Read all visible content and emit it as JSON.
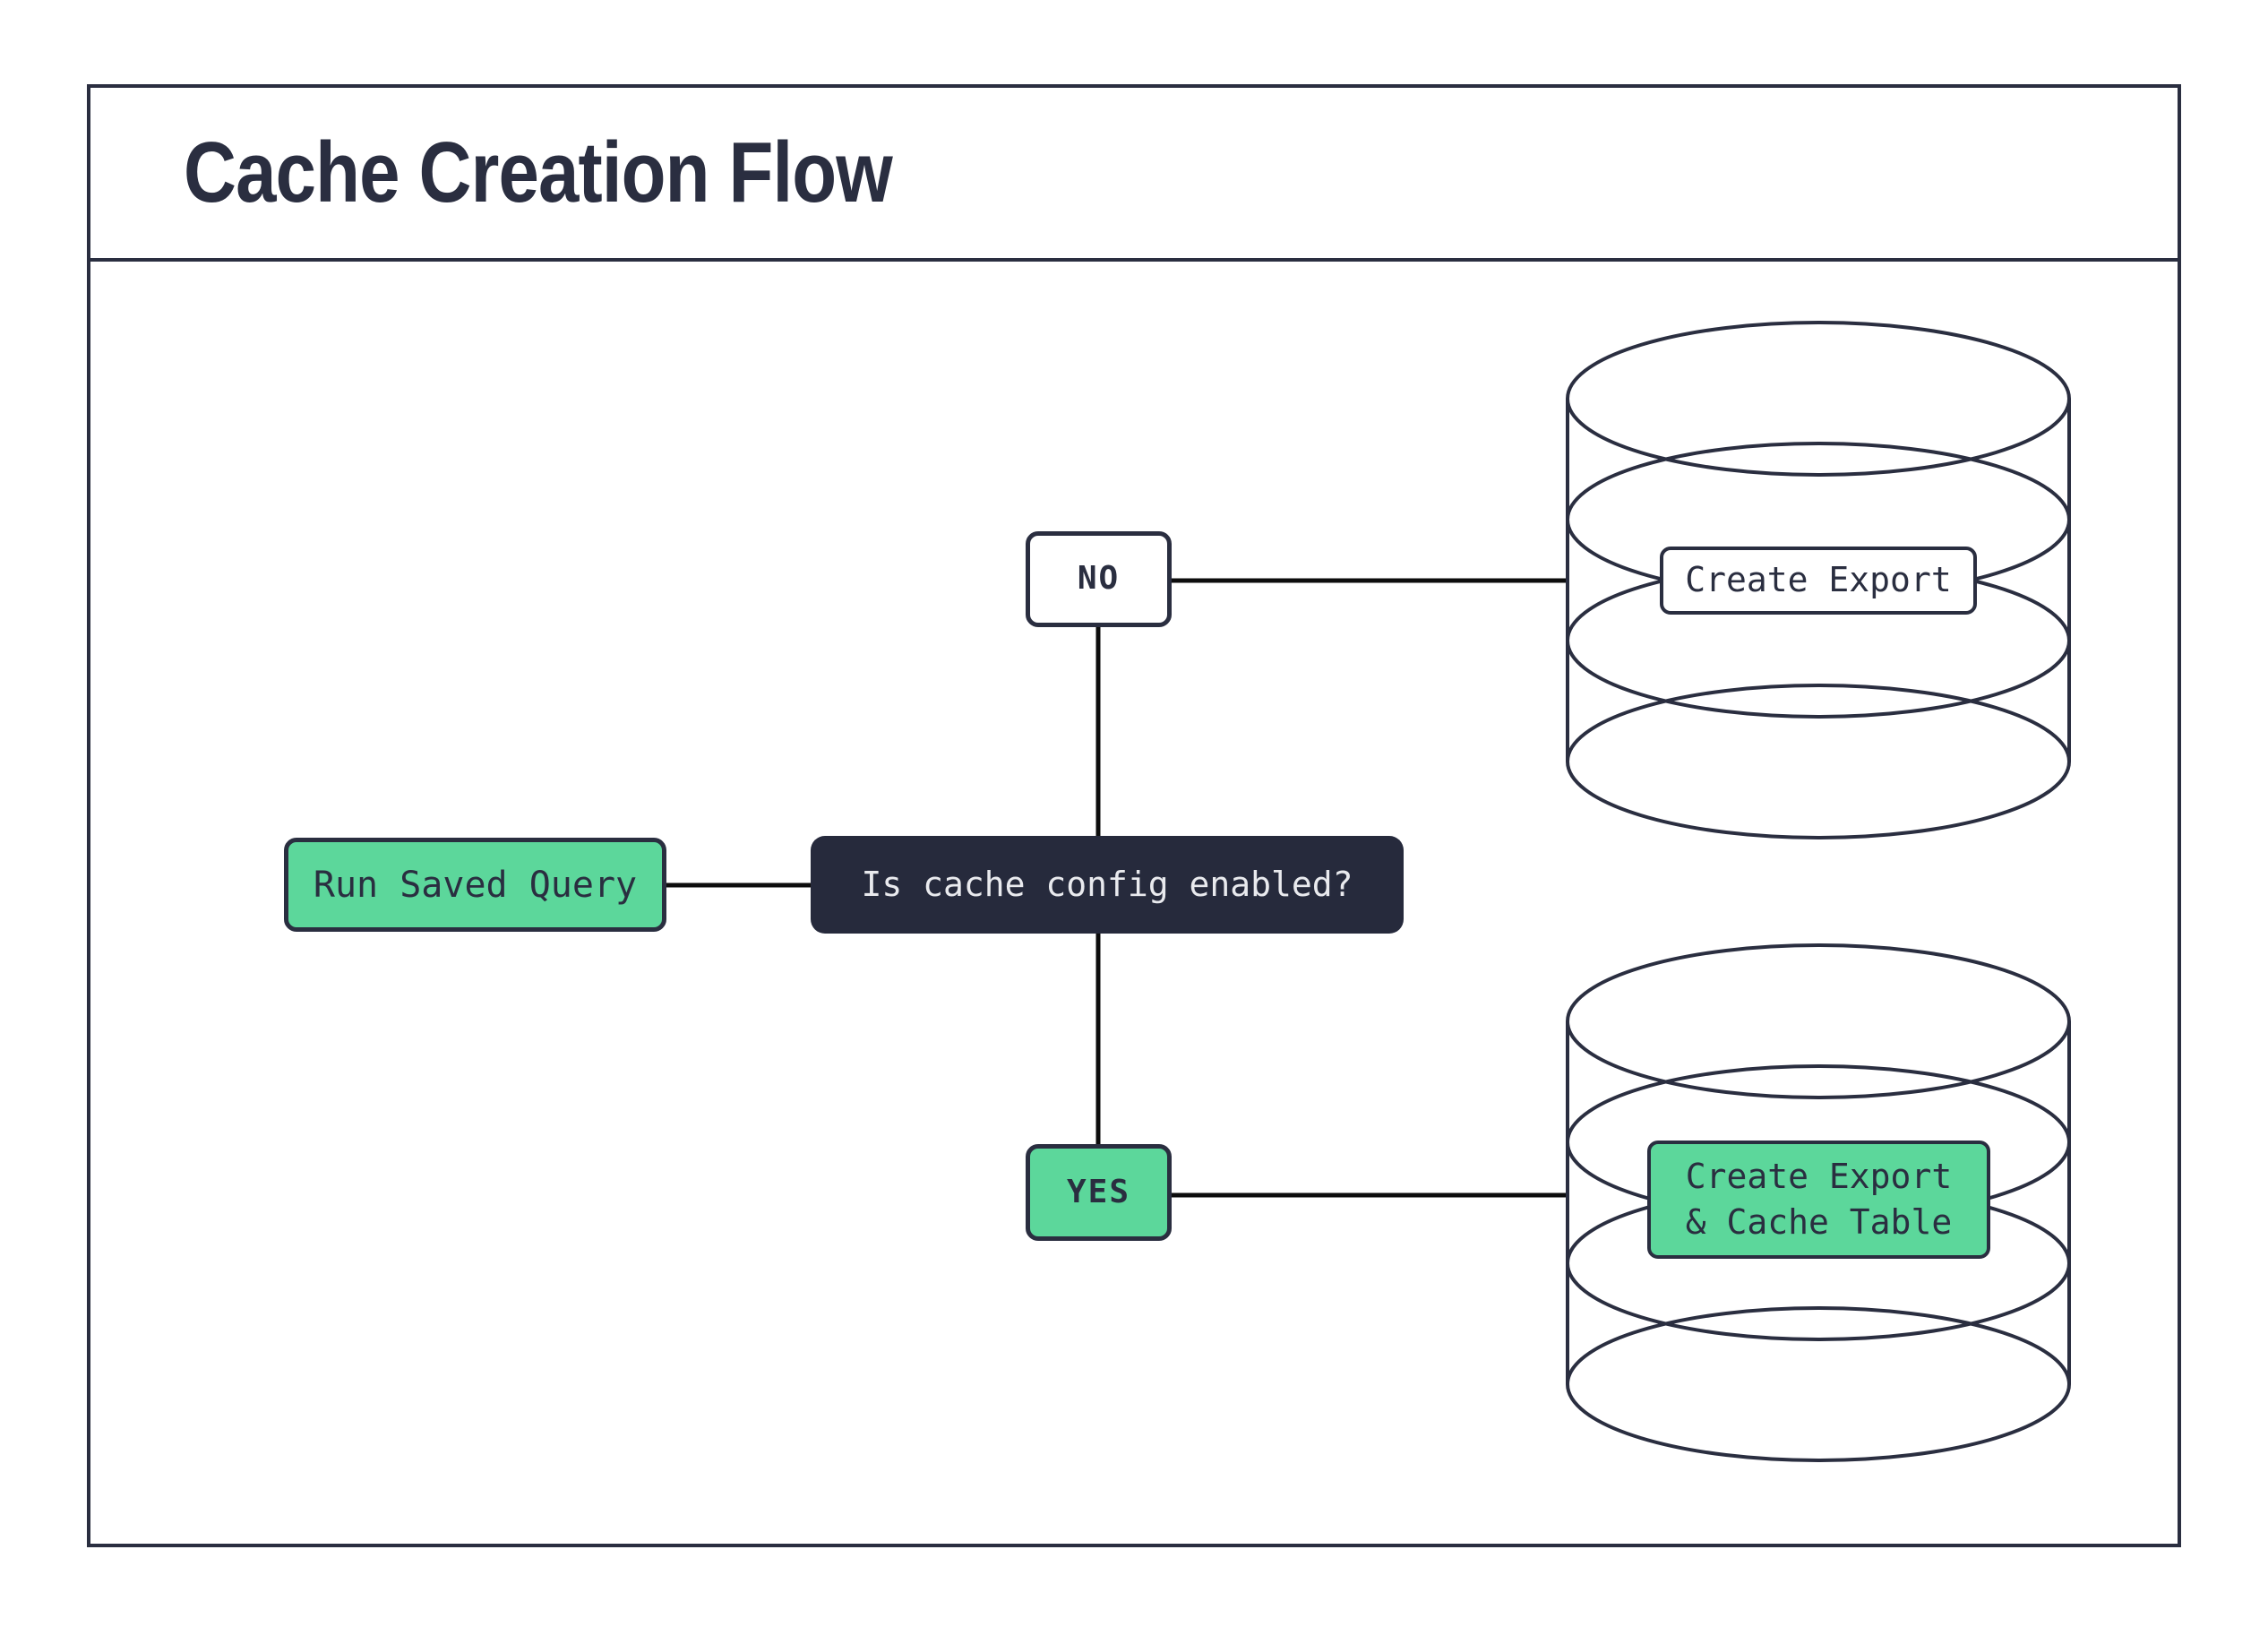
{
  "title": "Cache Creation Flow",
  "colors": {
    "navy": "#2a2e40",
    "green": "#5cd79b",
    "decision_fill": "#262a3c",
    "decision_text": "#e9eaee",
    "connector": "#0d0d0d",
    "background": "#ffffff"
  },
  "flowchart": {
    "nodes": {
      "run_saved_query": {
        "label": "Run Saved Query"
      },
      "decision": {
        "label": "Is cache config enabled?"
      },
      "branch_no": {
        "label": "NO"
      },
      "branch_yes": {
        "label": "YES"
      },
      "db_no_label": {
        "label": "Create Export"
      },
      "db_yes_label": {
        "label": "Create Export\n& Cache Table"
      }
    },
    "edges": [
      {
        "from": "run_saved_query",
        "to": "decision"
      },
      {
        "from": "decision",
        "to": "branch_no"
      },
      {
        "from": "decision",
        "to": "branch_yes"
      },
      {
        "from": "branch_no",
        "to": "db_no_label"
      },
      {
        "from": "branch_yes",
        "to": "db_yes_label"
      }
    ]
  }
}
